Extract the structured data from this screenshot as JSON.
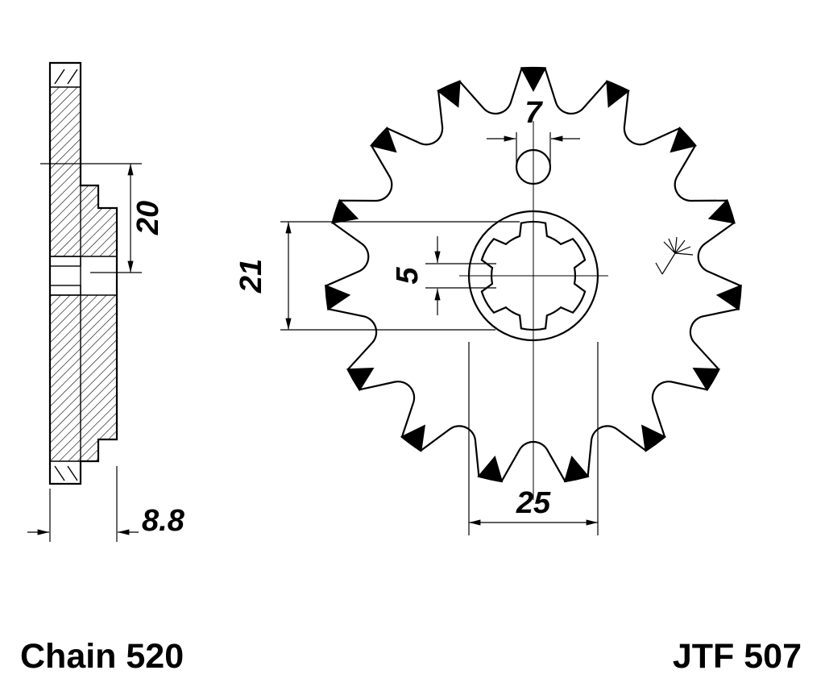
{
  "side_view": {
    "dim_hub_offset": "20",
    "dim_overall_width": "8.8"
  },
  "front_view": {
    "dim_pin_hole": "7",
    "dim_spline_od": "21",
    "dim_spline_groove": "5",
    "dim_hub_od": "25"
  },
  "footer": {
    "chain_label": "Chain 520",
    "part_number": "JTF 507"
  }
}
